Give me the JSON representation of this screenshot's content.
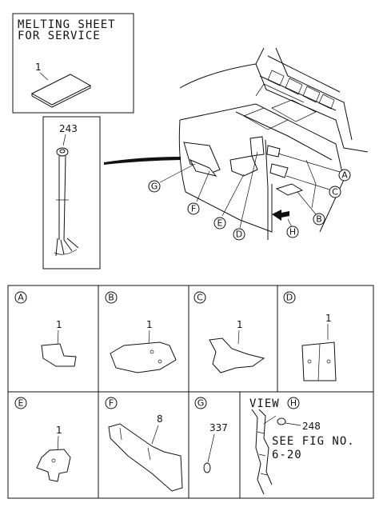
{
  "melting_sheet": {
    "title_line1": "MELTING SHEET",
    "title_line2": "FOR SERVICE",
    "part_num": "1"
  },
  "clip_detail": {
    "part_num": "243"
  },
  "callouts": {
    "a": "A",
    "b": "B",
    "c": "C",
    "d": "D",
    "e": "E",
    "f": "F",
    "g": "G",
    "h": "H"
  },
  "parts": [
    {
      "letter": "A",
      "num": "1"
    },
    {
      "letter": "B",
      "num": "1"
    },
    {
      "letter": "C",
      "num": "1"
    },
    {
      "letter": "D",
      "num": "1"
    },
    {
      "letter": "E",
      "num": "1"
    },
    {
      "letter": "F",
      "num": "8"
    },
    {
      "letter": "G",
      "num": "337"
    },
    {
      "letter": "H",
      "num": "248"
    }
  ],
  "view_panel": {
    "view_label": "VIEW",
    "see_fig_line1": "SEE FIG NO.",
    "see_fig_line2": "6-20"
  }
}
